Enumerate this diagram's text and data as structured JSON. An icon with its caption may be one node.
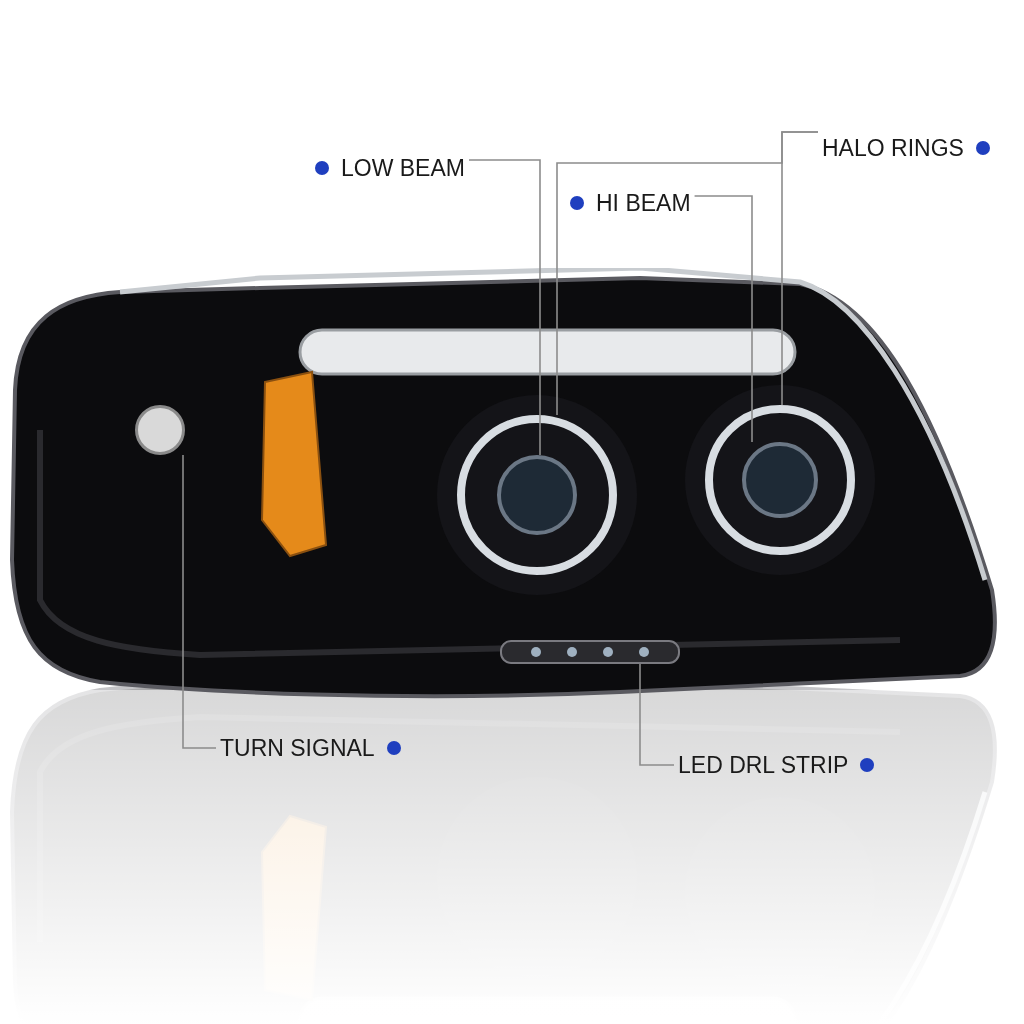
{
  "diagram": {
    "nodes": [
      {
        "text": [
          "LOW BEAM"
        ]
      },
      {
        "text": [
          "HI BEAM"
        ]
      },
      {
        "text": [
          "HALO RINGS"
        ]
      },
      {
        "text": [
          "TURN SIGNAL"
        ]
      },
      {
        "text": [
          "LED DRL STRIP"
        ]
      },
      {
        "text": [],
        "shape": "circle",
        "in": 6
      },
      {
        "text": [],
        "shape": "circle"
      },
      {
        "text": [],
        "shape": "circle"
      },
      {
        "text": [],
        "shape": "circle",
        "in": 7
      },
      {
        "text": [],
        "shape": "circle"
      },
      {
        "text": [],
        "shape": "box"
      }
    ],
    "edges": [
      {
        "from": 0,
        "to": 5,
        "arrow": "none"
      },
      {
        "from": 2,
        "to": 6,
        "arrow": "none"
      },
      {
        "from": 2,
        "to": 7,
        "arrow": "none"
      },
      {
        "from": 1,
        "to": 8,
        "arrow": "none"
      },
      {
        "from": 3,
        "to": 9,
        "arrow": "none"
      },
      {
        "from": 4,
        "to": 10,
        "arrow": "none"
      }
    ]
  }
}
